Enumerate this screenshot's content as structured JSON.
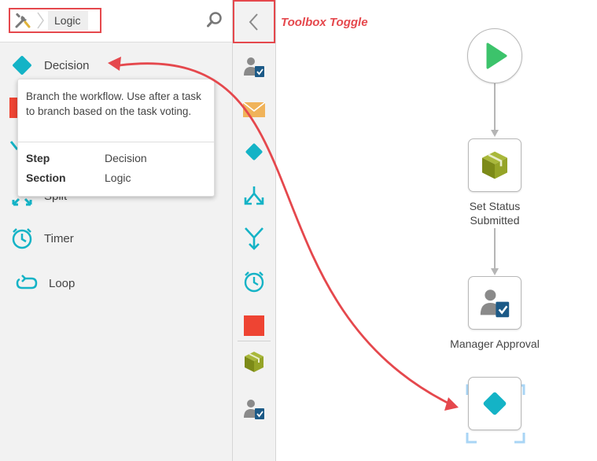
{
  "toolbox": {
    "breadcrumb": {
      "home_icon": "tools-icon",
      "section": "Logic"
    },
    "search_icon": "search-icon",
    "items": [
      {
        "label": "Decision",
        "icon": "decision-diamond-icon",
        "color": "#14b3c6"
      },
      {
        "label": "Split",
        "icon": "split-icon",
        "color": "#14b3c6"
      },
      {
        "label": "Timer",
        "icon": "timer-icon",
        "color": "#14b3c6"
      },
      {
        "label": "Loop",
        "icon": "loop-icon",
        "color": "#14b3c6"
      }
    ]
  },
  "tooltip": {
    "description": "Branch the workflow. Use after a task to branch based on the task voting.",
    "rows": [
      {
        "key": "Step",
        "value": "Decision"
      },
      {
        "key": "Section",
        "value": "Logic"
      }
    ]
  },
  "strip": {
    "toggle_icon": "chevron-left-icon",
    "icons": [
      "user-approval-icon",
      "email-icon",
      "decision-diamond-icon",
      "split-icon",
      "merge-icon",
      "timer-icon",
      "stop-icon",
      "set-status-cube-icon",
      "user-approval-icon"
    ]
  },
  "annotation": {
    "text": "Toolbox Toggle",
    "color": "#e5484d"
  },
  "canvas": {
    "nodes": [
      {
        "name": "start",
        "icon": "play-icon",
        "label": ""
      },
      {
        "name": "set-status",
        "icon": "set-status-cube-icon",
        "label_line1": "Set Status",
        "label_line2": "Submitted"
      },
      {
        "name": "manager-approval",
        "icon": "user-approval-icon",
        "label": "Manager Approval"
      },
      {
        "name": "decision",
        "icon": "decision-diamond-icon",
        "label": ""
      }
    ]
  },
  "colors": {
    "accent": "#14b3c6",
    "start_green": "#3cc36b",
    "cube_olive": "#8a9a1c",
    "stop_red": "#ee4433",
    "email_orange": "#f0b35a",
    "annotation_red": "#e5484d",
    "selection_blue": "#a9d5f5"
  }
}
